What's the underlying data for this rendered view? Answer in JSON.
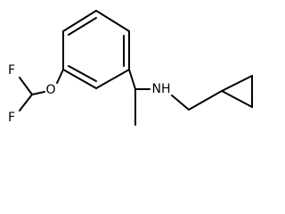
{
  "molecule": {
    "atoms": {
      "fluorine_top": "F",
      "fluorine_bottom": "F",
      "ether_oxygen": "O",
      "amine_nh": "NH"
    },
    "colors": {
      "bond": "#000000",
      "label": "#000000",
      "background": "#ffffff"
    }
  }
}
